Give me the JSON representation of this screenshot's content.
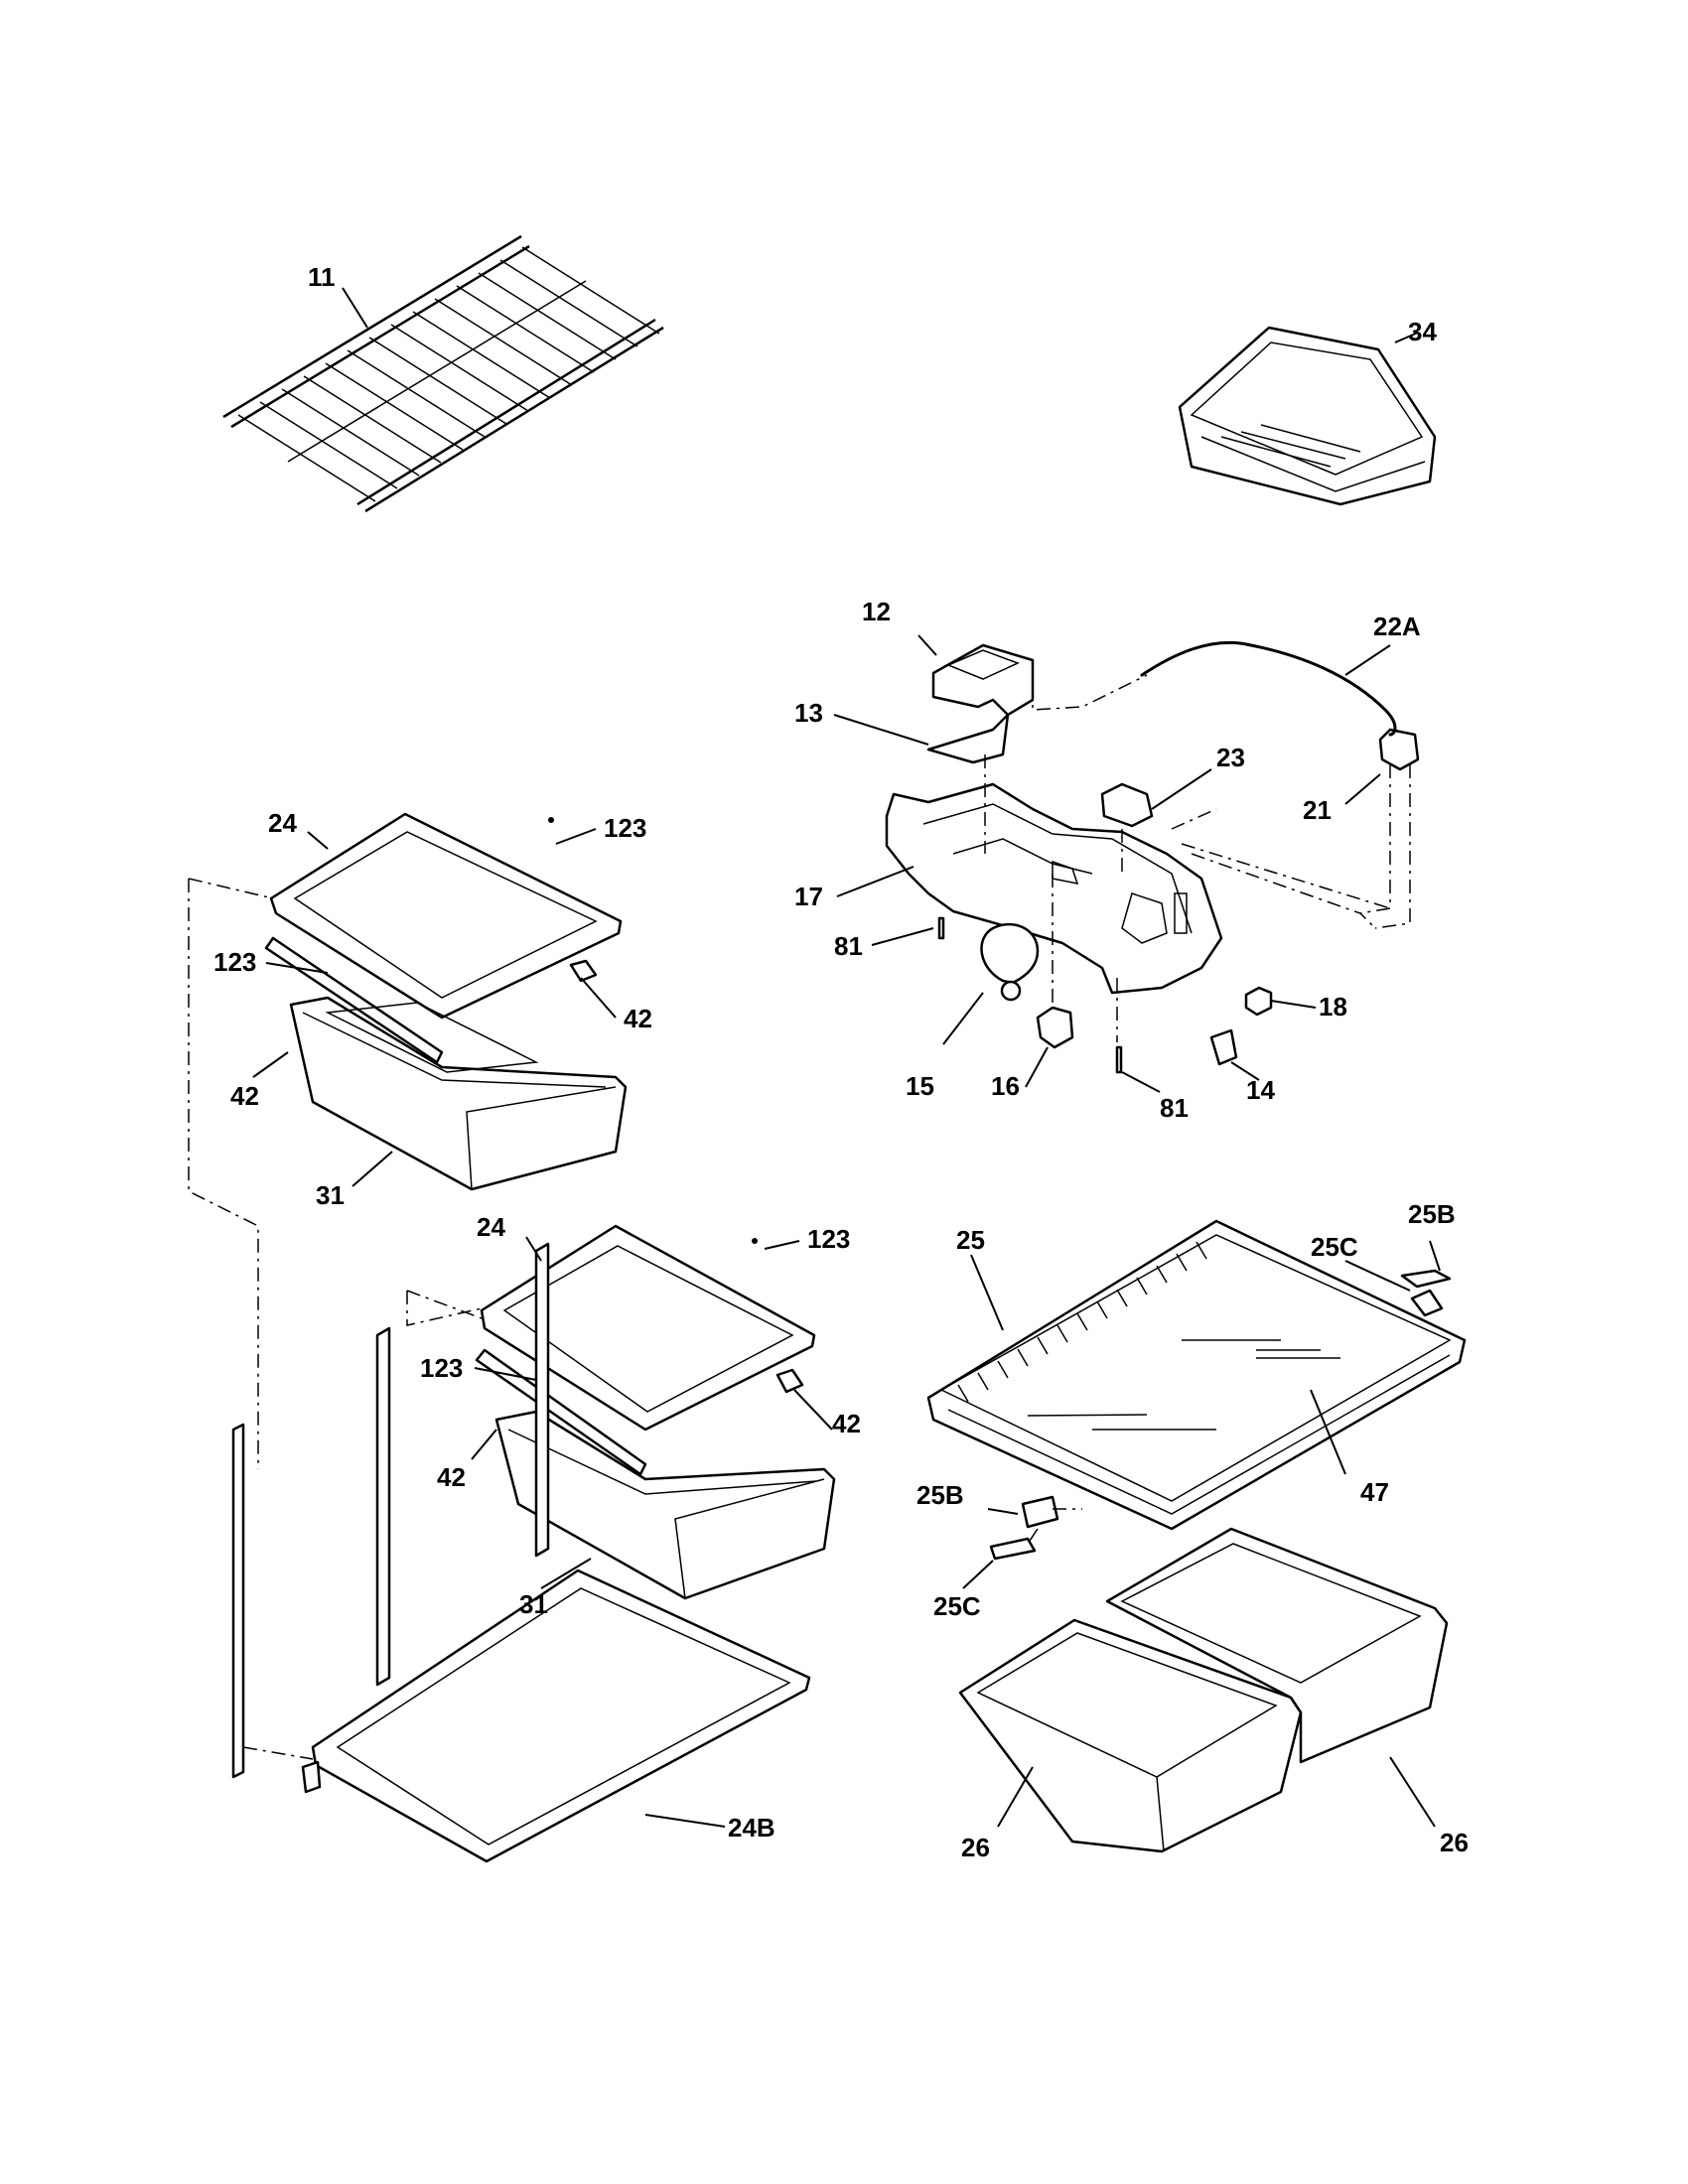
{
  "callouts": {
    "c11": "11",
    "c34": "34",
    "c12": "12",
    "c22a": "22A",
    "c13": "13",
    "c23": "23",
    "c21": "21",
    "c17": "17",
    "c81a": "81",
    "c18": "18",
    "c15": "15",
    "c16": "16",
    "c14": "14",
    "c81b": "81",
    "c24a": "24",
    "c123a": "123",
    "c123b": "123",
    "c42a": "42",
    "c42b": "42",
    "c31a": "31",
    "c24b": "24",
    "c123c": "123",
    "c123d": "123",
    "c42c": "42",
    "c42d": "42",
    "c31b": "31",
    "c24bb": "24B",
    "c25": "25",
    "c25c_top": "25C",
    "c25b_top": "25B",
    "c47": "47",
    "c25b_bot": "25B",
    "c25c_bot": "25C",
    "c26a": "26",
    "c26b": "26"
  }
}
